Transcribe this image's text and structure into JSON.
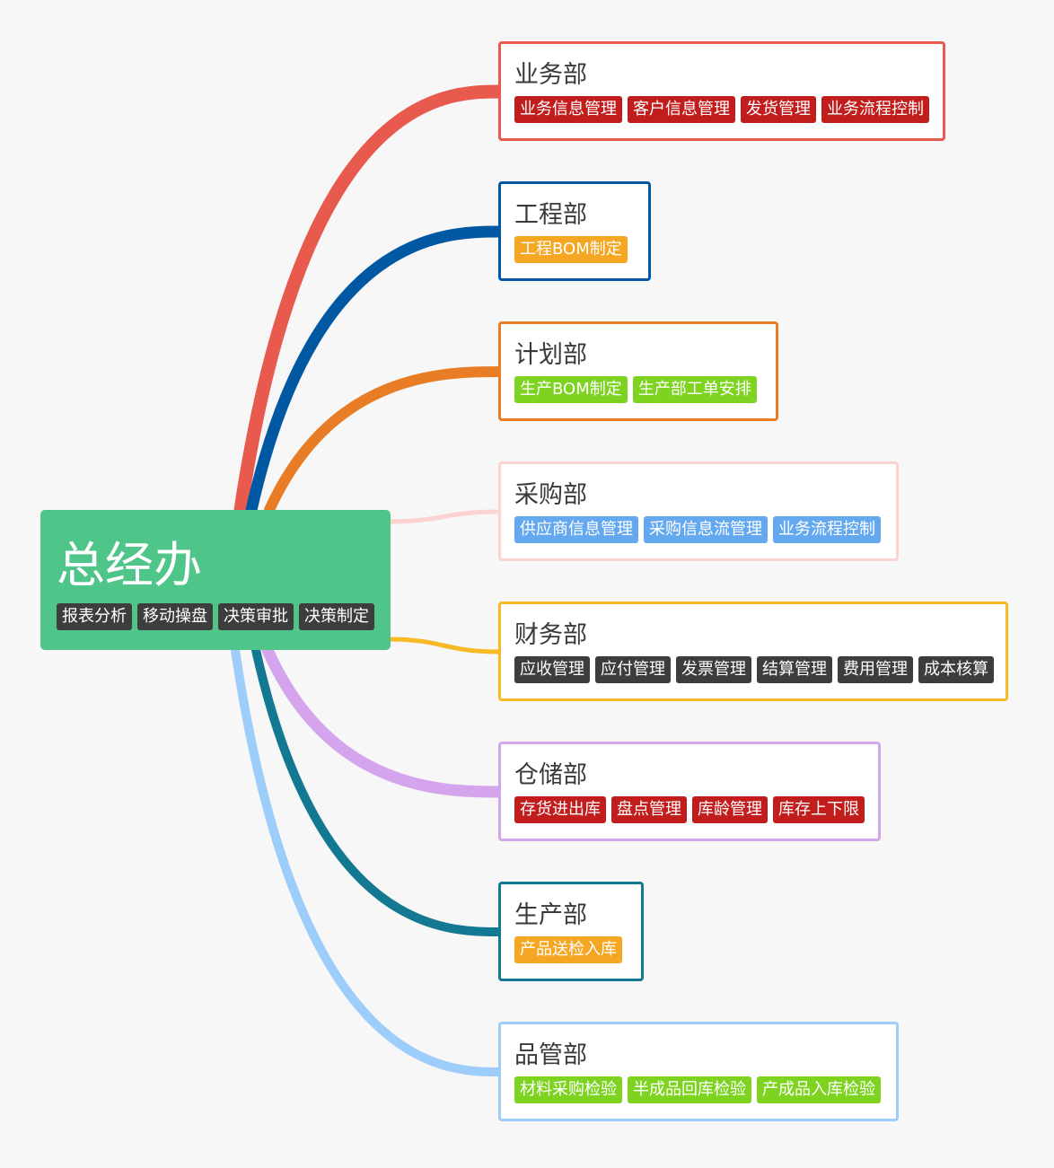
{
  "root": {
    "title": "总经办",
    "tags": [
      "报表分析",
      "移动操盘",
      "决策审批",
      "决策制定"
    ],
    "tag_color": "#3d3d3d"
  },
  "branches": [
    {
      "title": "业务部",
      "color": "#e8594e",
      "tag_color": "#c21d1d",
      "tags": [
        "业务信息管理",
        "客户信息管理",
        "发货管理",
        "业务流程控制"
      ]
    },
    {
      "title": "工程部",
      "color": "#0058a3",
      "tag_color": "#f5a623",
      "tags": [
        "工程BOM制定"
      ]
    },
    {
      "title": "计划部",
      "color": "#e87d25",
      "tag_color": "#7ed321",
      "tags": [
        "生产BOM制定",
        "生产部工单安排"
      ]
    },
    {
      "title": "采购部",
      "color": "#fcd3d0",
      "tag_color": "#64a8f0",
      "tags": [
        "供应商信息管理",
        "采购信息流管理",
        "业务流程控制"
      ]
    },
    {
      "title": "财务部",
      "color": "#f7b925",
      "tag_color": "#3d3d3d",
      "tags": [
        "应收管理",
        "应付管理",
        "发票管理",
        "结算管理",
        "费用管理",
        "成本核算"
      ]
    },
    {
      "title": "仓储部",
      "color": "#d4a5ec",
      "tag_color": "#c21d1d",
      "tags": [
        "存货进出库",
        "盘点管理",
        "库龄管理",
        "库存上下限"
      ]
    },
    {
      "title": "生产部",
      "color": "#137891",
      "tag_color": "#f5a623",
      "tags": [
        "产品送检入库"
      ]
    },
    {
      "title": "品管部",
      "color": "#9ccdfb",
      "tag_color": "#7ed321",
      "tags": [
        "材料采购检验",
        "半成品回库检验",
        "产成品入库检验"
      ]
    }
  ]
}
